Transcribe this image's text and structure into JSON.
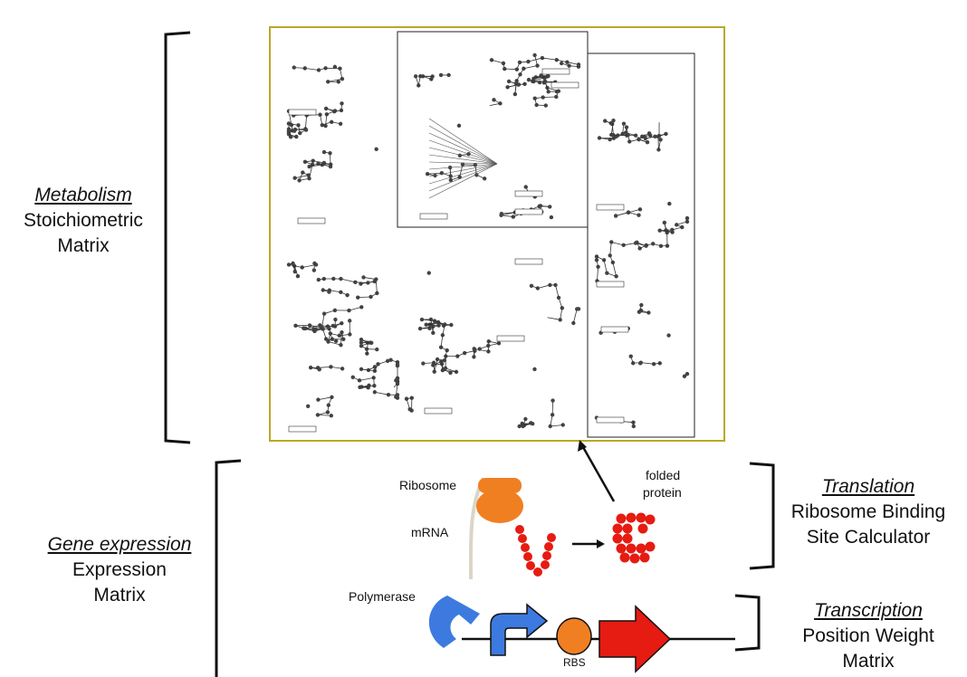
{
  "metabolism": {
    "heading": "Metabolism",
    "line1": "Stoichiometric",
    "line2": "Matrix"
  },
  "gene_expression": {
    "heading": "Gene expression",
    "line1": "Expression",
    "line2": "Matrix"
  },
  "translation": {
    "heading": "Translation",
    "line1": "Ribosome Binding",
    "line2": "Site Calculator"
  },
  "transcription": {
    "heading": "Transcription",
    "line1": "Position Weight",
    "line2": "Matrix"
  },
  "diagram_labels": {
    "ribosome": "Ribosome",
    "mrna": "mRNA",
    "folded_protein_1": "folded",
    "folded_protein_2": "protein",
    "polymerase": "Polymerase",
    "rbs": "RBS"
  },
  "colors": {
    "network_border": "#b9a827",
    "ribosome": "#f07f22",
    "polymerase": "#3d7ae0",
    "promoter": "#3d7ae0",
    "gene": "#e61b12",
    "protein": "#e61b12"
  }
}
